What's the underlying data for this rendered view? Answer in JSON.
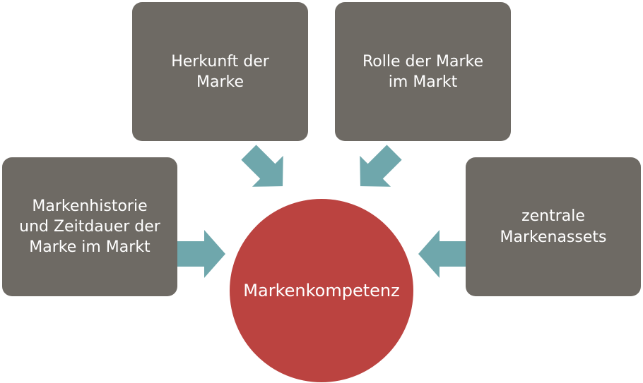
{
  "diagram": {
    "center": {
      "label": "Markenkompetenz"
    },
    "nodes": [
      {
        "id": "herkunft",
        "label": "Herkunft der\nMarke"
      },
      {
        "id": "rolle",
        "label": "Rolle der Marke\nim Markt"
      },
      {
        "id": "historie",
        "label": "Markenhistorie\nund Zeitdauer der\nMarke im Markt"
      },
      {
        "id": "assets",
        "label": "zentrale\nMarkenassets"
      }
    ],
    "colors": {
      "box": "#6e6a64",
      "circle": "#bb4340",
      "arrow": "#6fa7ac",
      "text": "#ffffff"
    }
  }
}
